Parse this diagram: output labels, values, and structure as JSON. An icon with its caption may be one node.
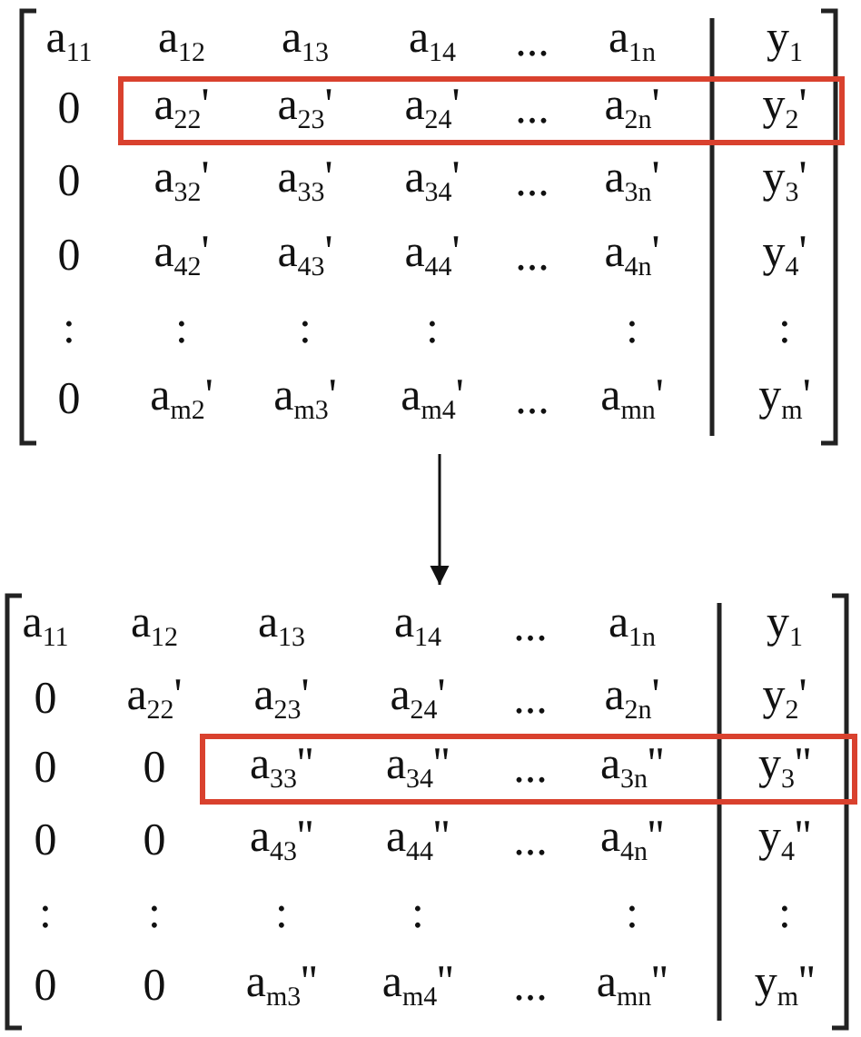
{
  "diagram": {
    "nodes": [
      {
        "text": [
          "a$_{11}$",
          "a$_{12}$",
          "a$_{13}$",
          "a$_{14}$",
          "...",
          "a$_{1n}$",
          "y$_{1}$",
          "0",
          "0",
          "a$_{32}$'",
          "a$_{33}$'",
          "a$_{34}$'",
          "...",
          "a$_{3n}$'",
          "y$_{3}$'",
          "0",
          "a$_{42}$'",
          "a$_{43}$'",
          "a$_{44}$'",
          "...",
          "a$_{4n}$'",
          "y$_{4}$'",
          ":",
          ":",
          ":",
          ":",
          ":",
          ":",
          "0",
          "a$_{m2}$'",
          "a$_{m3}$'",
          "a$_{m4}$'",
          "...",
          "a$_{mn}$'",
          "y$_{m}$'"
        ]
      },
      {
        "text": [
          "a$_{22}$'",
          "a$_{23}$'",
          "a$_{24}$'",
          "...",
          "a$_{2n}$'",
          "y$_{2}$'"
        ],
        "in": 0
      },
      {
        "text": [
          "a$_{11}$",
          "a$_{12}$",
          "a$_{13}$",
          "a$_{14}$",
          "...",
          "a$_{1n}$",
          "y$_{1}$",
          "0",
          "a$_{22}$'",
          "a$_{23}$'",
          "a$_{24}$'",
          "...",
          "a$_{2n}$'",
          "y$_{2}$'",
          "0",
          "0",
          "0",
          "0",
          "a$_{43}$''",
          "a$_{44}$''",
          "...",
          "a$_{4n}$''",
          "y$_{4}$''",
          ":",
          ":",
          ":",
          ":",
          ":",
          ":",
          "0",
          "0",
          "a$_{m3}$''",
          "a$_{m4}$''",
          "...",
          "a$_{mn}$''",
          "y$_{m}$''"
        ]
      },
      {
        "text": [
          "a$_{33}$''",
          "a$_{34}$''",
          "...",
          "a$_{3n}$''",
          "y$_{3}$''"
        ],
        "in": 2
      }
    ],
    "edges": [
      {
        "from": 0,
        "to": 2,
        "arrow": "to"
      }
    ]
  }
}
